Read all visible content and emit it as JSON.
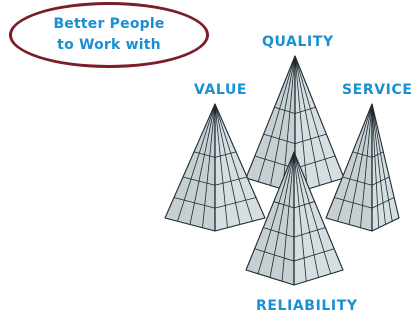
{
  "badge": {
    "line1": "Better People",
    "line2": "to Work with"
  },
  "pyramid_labels": {
    "quality": "QUALITY",
    "value": "VALUE",
    "service": "SERVICE",
    "reliability": "RELIABILITY"
  },
  "colors": {
    "label_text": "#1a8fd1",
    "badge_border": "#7a1e2c",
    "pyramid_edge": "#1f2a30",
    "face_left": "#c6d0d3",
    "face_mid": "#eef3f5",
    "face_right": "#d5dee1"
  }
}
